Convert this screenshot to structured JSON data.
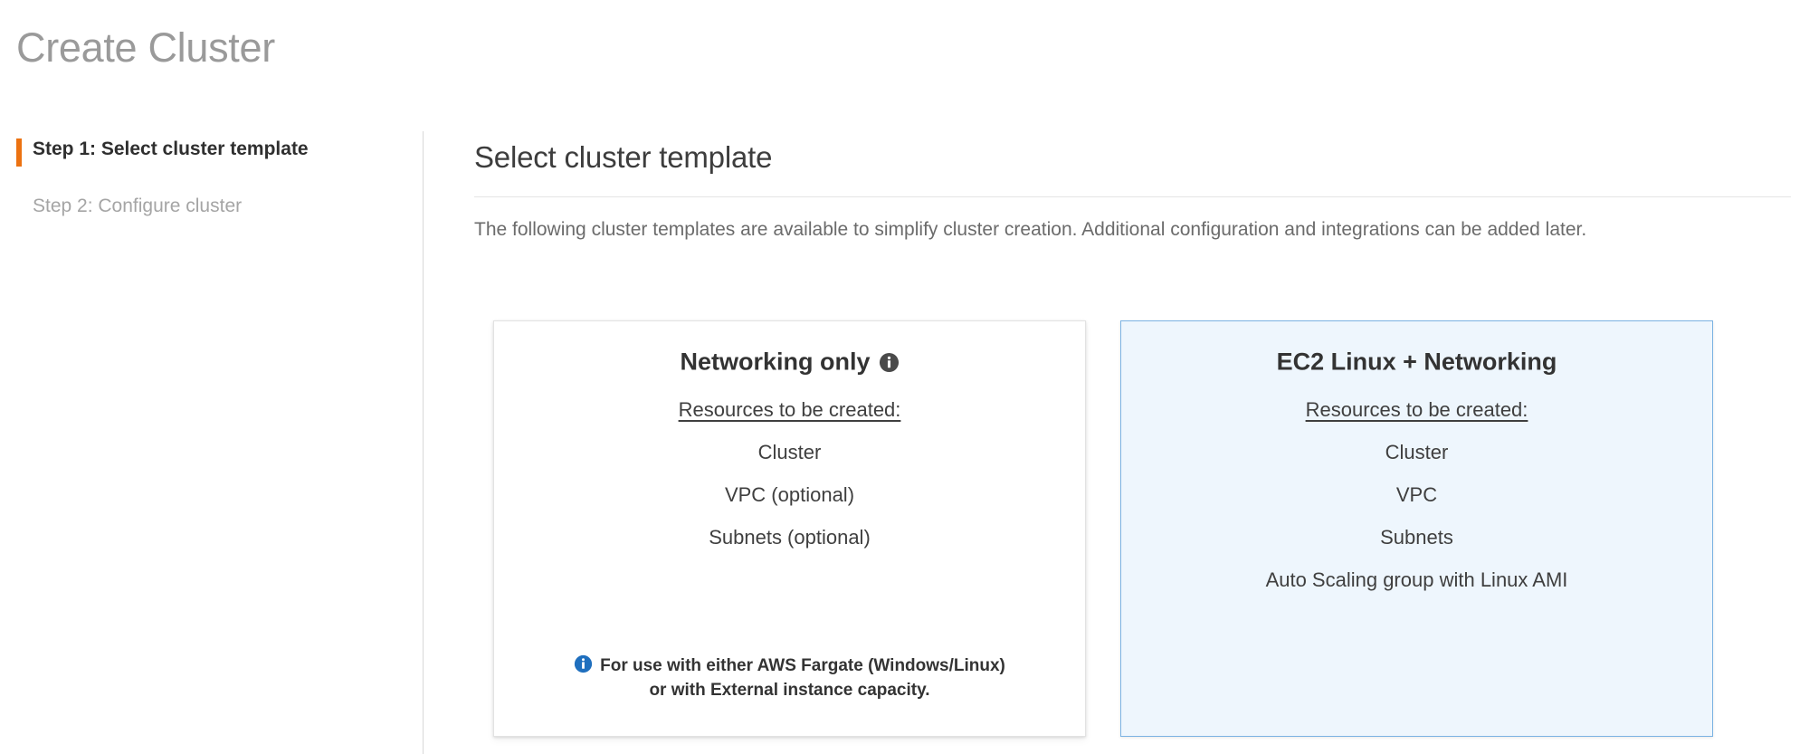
{
  "page": {
    "title": "Create Cluster"
  },
  "sidebar": {
    "active_marker_color": "#ec7211",
    "steps": [
      {
        "label": "Step 1: Select cluster template",
        "active": true
      },
      {
        "label": "Step 2: Configure cluster",
        "active": false
      }
    ]
  },
  "main": {
    "section_title": "Select cluster template",
    "section_description": "The following cluster templates are available to simplify cluster creation. Additional configuration and integrations can be added later.",
    "cards": [
      {
        "title": "Networking only",
        "title_info_icon": "info-circle-icon",
        "selected": false,
        "resources_label": "Resources to be created:",
        "resources": [
          "Cluster",
          "VPC (optional)",
          "Subnets (optional)"
        ],
        "note_icon": "info-circle-icon",
        "note_line_1": "For use with either AWS Fargate (Windows/Linux)",
        "note_line_2": "or with External instance capacity."
      },
      {
        "title": "EC2 Linux + Networking",
        "selected": true,
        "resources_label": "Resources to be created:",
        "resources": [
          "Cluster",
          "VPC",
          "Subnets",
          "Auto Scaling group with Linux AMI"
        ]
      }
    ]
  },
  "colors": {
    "accent_orange": "#ec7211",
    "selected_card_bg": "#eef6fd",
    "selected_card_border": "#7cb3e3",
    "info_blue": "#1f6fbe",
    "info_dark": "#4a4a4a",
    "title_gray": "#9a9a9a",
    "body_gray": "#6b6b6b"
  }
}
